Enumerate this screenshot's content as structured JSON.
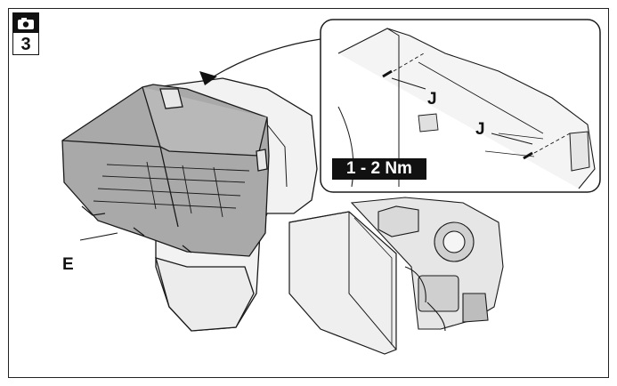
{
  "step": {
    "number": "3",
    "icon": "camera-icon"
  },
  "labels": {
    "part_e": "E",
    "fastener_j_upper": "J",
    "fastener_j_lower": "J"
  },
  "torque": {
    "text": "1 - 2 Nm"
  },
  "colors": {
    "tray": "#a9a9a9",
    "stroke": "#1a1a1a",
    "body": "#f2f2f2",
    "badge": "#111111"
  }
}
